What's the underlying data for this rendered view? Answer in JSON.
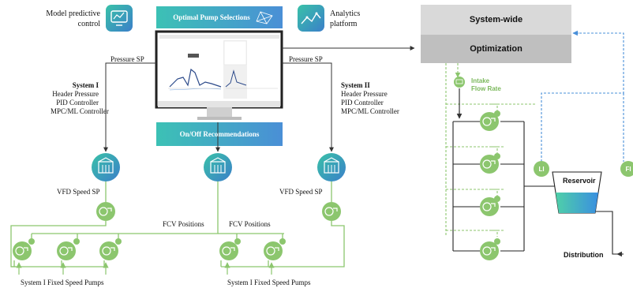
{
  "top": {
    "mpc_label_line1": "Model predictive",
    "mpc_label_line2": "control",
    "analytics_label_line1": "Analytics",
    "analytics_label_line2": "platform",
    "banner_top": "Optimal Pump Selections",
    "banner_bottom": "On/Off Recommendations"
  },
  "system1": {
    "pressure_sp": "Pressure SP",
    "title": "System I",
    "lines": [
      "Header Pressure",
      "PID Controller",
      "MPC/ML Controller"
    ],
    "vfd": "VFD Speed SP",
    "fixed_pumps": "System I Fixed Speed Pumps"
  },
  "system2": {
    "pressure_sp": "Pressure SP",
    "title": "System II",
    "lines": [
      "Header Pressure",
      "PID Controller",
      "MPC/ML Controller"
    ],
    "vfd": "VFD Speed SP",
    "fixed_pumps": "System I Fixed Speed Pumps"
  },
  "fcv": {
    "left": "FCV Positions",
    "right": "FCV Positions"
  },
  "right_panel": {
    "system_wide": "System-wide",
    "optimization": "Optimization",
    "intake_line1": "Intake",
    "intake_line2": "Flow Rate",
    "li": "LI",
    "fi": "FI",
    "reservoir": "Reservoir",
    "distribution": "Distribution"
  },
  "colors": {
    "green": "#8cc66e",
    "blue_dashed": "#4a90d9",
    "teal": "#35b5a8",
    "sys_wide_bg": "#d9d9d9",
    "optimization_bg": "#bfbfbf"
  }
}
